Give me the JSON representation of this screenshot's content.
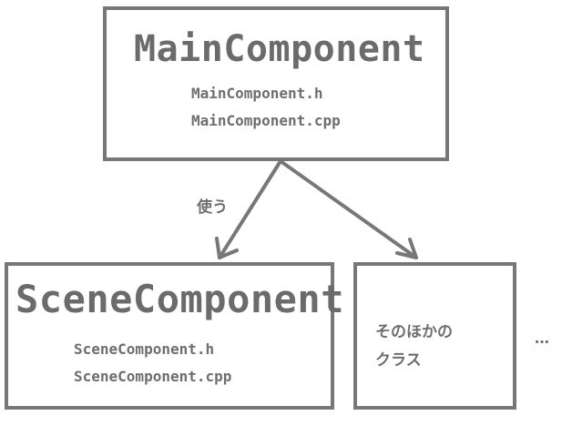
{
  "main_component": {
    "title": "MainComponent",
    "files": [
      "MainComponent.h",
      "MainComponent.cpp"
    ]
  },
  "scene_component": {
    "title": "SceneComponent",
    "files": [
      "SceneComponent.h",
      "SceneComponent.cpp"
    ]
  },
  "other_classes": {
    "lines": [
      "そのほかの",
      "クラス"
    ]
  },
  "relation_label": "使う",
  "ellipsis": "…",
  "colors": {
    "stroke": "#777777",
    "text": "#6e6e6e"
  }
}
